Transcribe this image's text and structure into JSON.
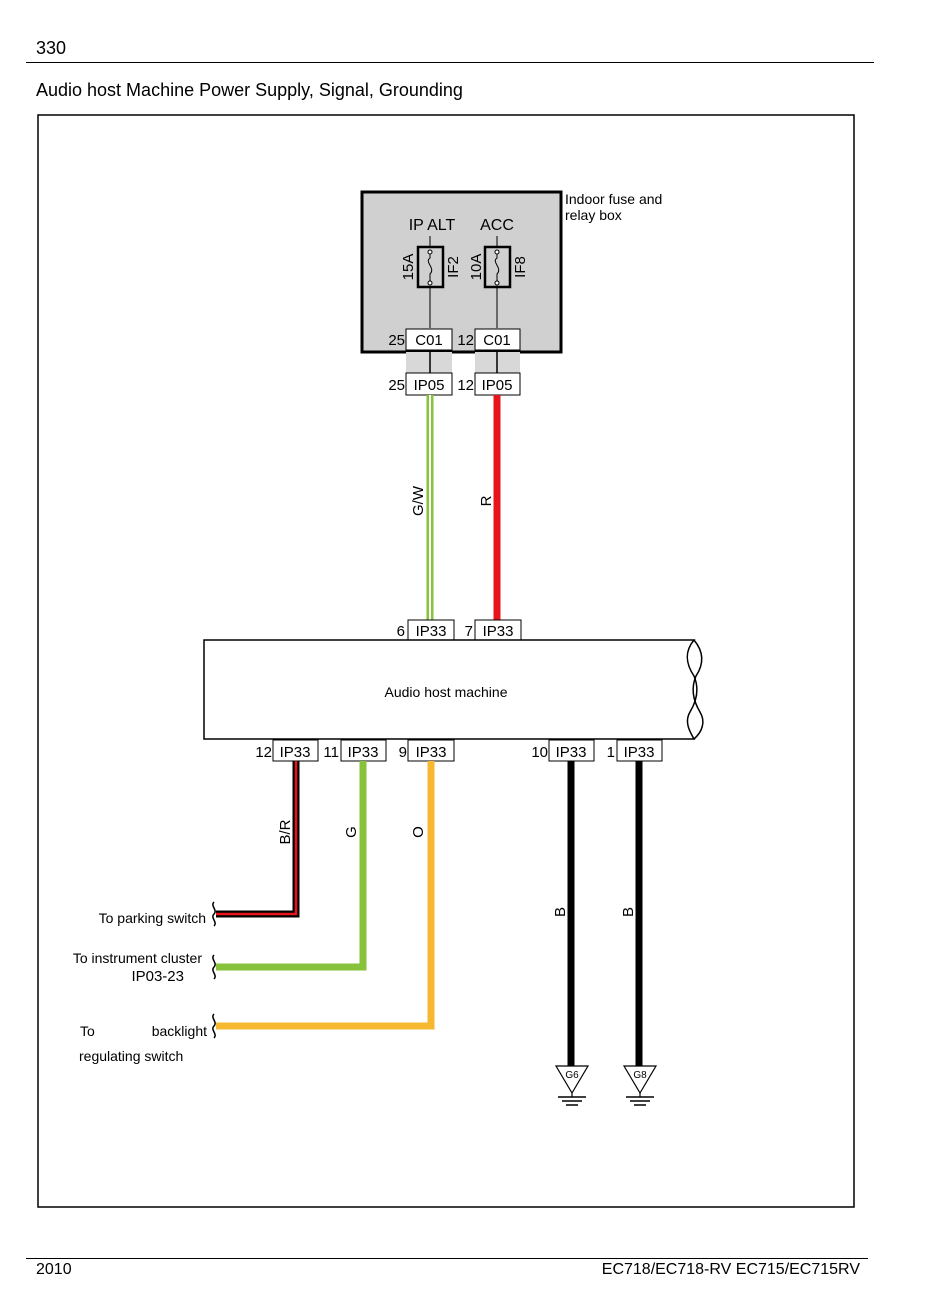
{
  "page_number": "330",
  "title": "Audio host Machine Power Supply, Signal, Grounding",
  "footer": {
    "year": "2010",
    "models": "EC718/EC718-RV EC715/EC715RV"
  },
  "fuse_box": {
    "label_line1": "Indoor fuse and",
    "label_line2": "relay box",
    "fuses": [
      {
        "name": "IP ALT",
        "rating": "15A",
        "id": "IF2",
        "pin": "25",
        "connector": "C01"
      },
      {
        "name": "ACC",
        "rating": "10A",
        "id": "IF8",
        "pin": "12",
        "connector": "C01"
      }
    ]
  },
  "mid_connectors": [
    {
      "pin": "25",
      "connector": "IP05",
      "wire": "G/W"
    },
    {
      "pin": "12",
      "connector": "IP05",
      "wire": "R"
    }
  ],
  "audio_host": {
    "label": "Audio host machine",
    "top_pins": [
      {
        "pin": "6",
        "connector": "IP33"
      },
      {
        "pin": "7",
        "connector": "IP33"
      }
    ],
    "bottom_pins": [
      {
        "pin": "12",
        "connector": "IP33",
        "wire": "B/R"
      },
      {
        "pin": "11",
        "connector": "IP33",
        "wire": "G"
      },
      {
        "pin": "9",
        "connector": "IP33",
        "wire": "O"
      },
      {
        "pin": "10",
        "connector": "IP33",
        "wire": "B"
      },
      {
        "pin": "1",
        "connector": "IP33",
        "wire": "B"
      }
    ]
  },
  "destinations": {
    "parking": "To parking switch",
    "cluster_line1": "To instrument cluster",
    "cluster_line2": "IP03-23",
    "backlight_to": "To",
    "backlight_word": "backlight",
    "backlight_line2": "regulating switch"
  },
  "grounds": [
    "G6",
    "G8"
  ],
  "colors": {
    "red": "#e8141b",
    "green": "#86c23a",
    "orange": "#f5b82e",
    "black": "#000000",
    "fuse_box_fill": "#d0d0d0"
  }
}
